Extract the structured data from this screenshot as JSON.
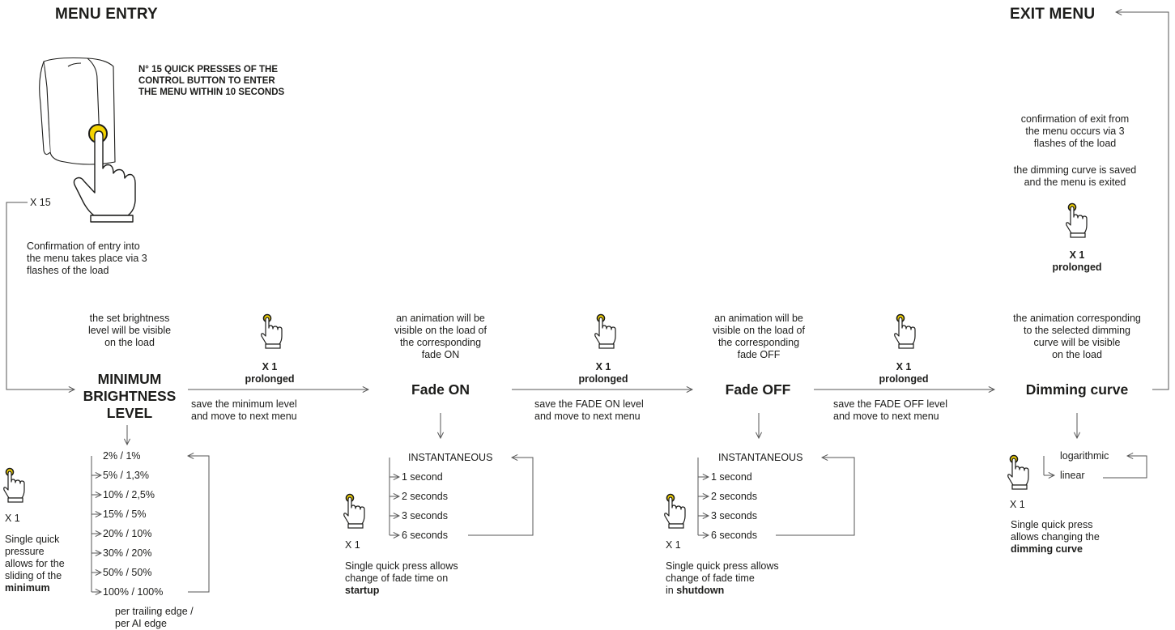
{
  "headings": {
    "menu_entry": "MENU ENTRY",
    "exit_menu": "EXIT MENU"
  },
  "entry": {
    "instruction": [
      "N° 15 QUICK PRESSES OF THE",
      "CONTROL BUTTON TO ENTER",
      "THE MENU WITHIN 10 SECONDS"
    ],
    "count": "X 15",
    "confirmation": [
      "Confirmation of entry into",
      "the menu takes place via 3",
      "flashes of the load"
    ]
  },
  "exit": {
    "confirmation": [
      "confirmation of exit from",
      "the menu occurs via 3",
      "flashes of the load"
    ],
    "saved": [
      "the dimming curve is saved",
      "and the menu is exited"
    ],
    "press_count": "X 1",
    "press_type": "prolonged"
  },
  "steps": [
    {
      "title": [
        "MINIMUM",
        "BRIGHTNESS",
        "LEVEL"
      ],
      "note": [
        "the set brightness",
        "level will be visible",
        "on the load"
      ],
      "options": [
        "2%  /  1%",
        "5%  /  1,3%",
        "10%  /  2,5%",
        "15%  /  5%",
        "20%  /  10%",
        "30%  /  20%",
        "50%  /  50%",
        "100%  /  100%"
      ],
      "options_footer": [
        "per trailing edge /",
        "per AI edge"
      ],
      "press_count": "X 1",
      "help_pre": [
        "Single quick",
        "pressure",
        "allows for the",
        "sliding of the"
      ],
      "help_bold": "minimum"
    },
    {
      "title": [
        "Fade ON"
      ],
      "note": [
        "an animation will be",
        "visible on the load of",
        "the corresponding",
        "fade ON"
      ],
      "options": [
        "INSTANTANEOUS",
        "1 second",
        "2 seconds",
        "3 seconds",
        "6 seconds"
      ],
      "press_count": "X 1",
      "help_pre": [
        "Single quick press allows",
        "change of fade time on"
      ],
      "help_bold": "startup"
    },
    {
      "title": [
        "Fade OFF"
      ],
      "note": [
        "an animation will be",
        "visible on the load of",
        "the corresponding",
        "fade OFF"
      ],
      "options": [
        "INSTANTANEOUS",
        "1 second",
        "2 seconds",
        "3 seconds",
        "6 seconds"
      ],
      "press_count": "X 1",
      "help_pre": [
        "Single quick press allows",
        "change of fade time",
        "in"
      ],
      "help_bold": "shutdown"
    },
    {
      "title": [
        "Dimming curve"
      ],
      "note": [
        "the animation corresponding",
        "to the selected dimming",
        "curve will be visible",
        "on the load"
      ],
      "options": [
        "logarithmic",
        "linear"
      ],
      "press_count": "X 1",
      "help_pre": [
        "Single quick press",
        "allows changing the"
      ],
      "help_bold": "dimming curve"
    }
  ],
  "transitions": [
    {
      "press_count": "X 1",
      "press_type": "prolonged",
      "save": [
        "save the minimum level",
        "and move to next menu"
      ]
    },
    {
      "press_count": "X 1",
      "press_type": "prolonged",
      "save": [
        "save the FADE ON level",
        "and move to next menu"
      ]
    },
    {
      "press_count": "X 1",
      "press_type": "prolonged",
      "save": [
        "save the FADE OFF level",
        "and move to next menu"
      ]
    }
  ],
  "colors": {
    "accent": "#f5d400",
    "ink": "#1d1d1b",
    "line": "#555555"
  }
}
